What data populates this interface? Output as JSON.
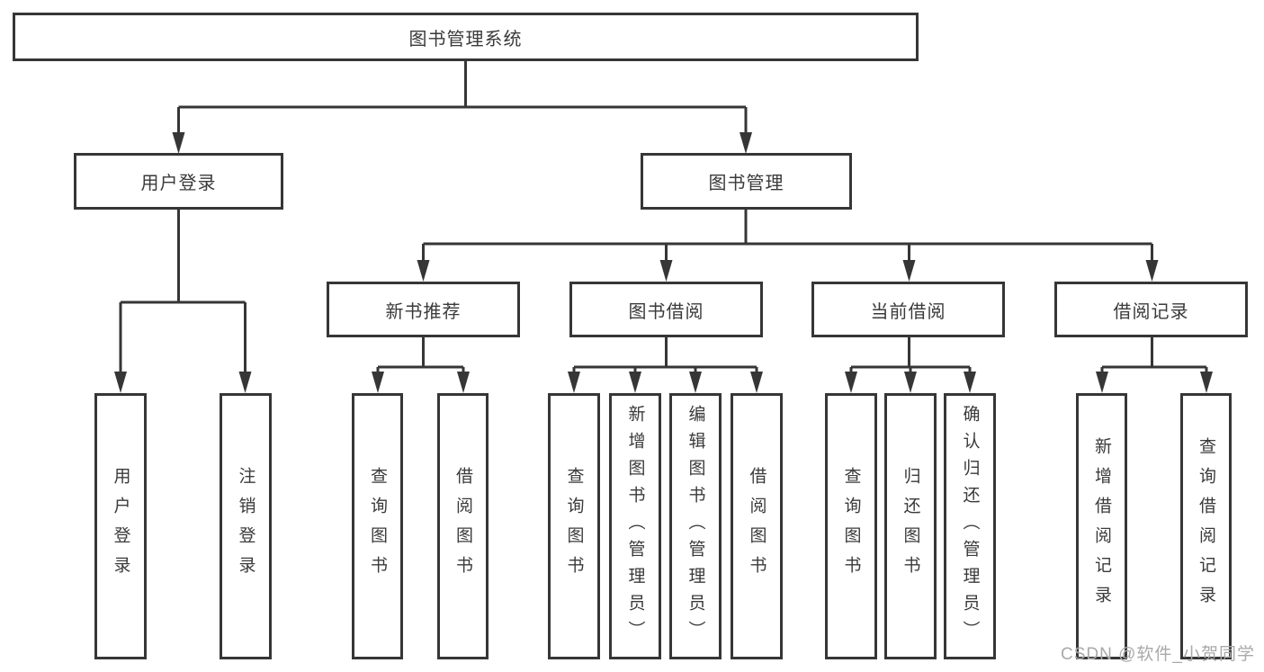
{
  "diagram": {
    "root": {
      "label": "图书管理系统"
    },
    "children": [
      {
        "label": "用户登录",
        "children": [
          {
            "label": "用户登录"
          },
          {
            "label": "注销登录"
          }
        ]
      },
      {
        "label": "图书管理",
        "children": [
          {
            "label": "新书推荐",
            "children": [
              {
                "label": "查询图书"
              },
              {
                "label": "借阅图书"
              }
            ]
          },
          {
            "label": "图书借阅",
            "children": [
              {
                "label": "查询图书"
              },
              {
                "label": "新增图书（管理员）"
              },
              {
                "label": "编辑图书（管理员）"
              },
              {
                "label": "借阅图书"
              }
            ]
          },
          {
            "label": "当前借阅",
            "children": [
              {
                "label": "查询图书"
              },
              {
                "label": "归还图书"
              },
              {
                "label": "确认归还（管理员）"
              }
            ]
          },
          {
            "label": "借阅记录",
            "children": [
              {
                "label": "新增借阅记录"
              },
              {
                "label": "查询借阅记录"
              }
            ]
          }
        ]
      }
    ]
  },
  "watermark": {
    "text": "CSDN @软件_小贺同学"
  },
  "colors": {
    "line": "#363636",
    "text": "#3a3a3a",
    "watermark": "#a9a9a9",
    "background": "#ffffff"
  }
}
